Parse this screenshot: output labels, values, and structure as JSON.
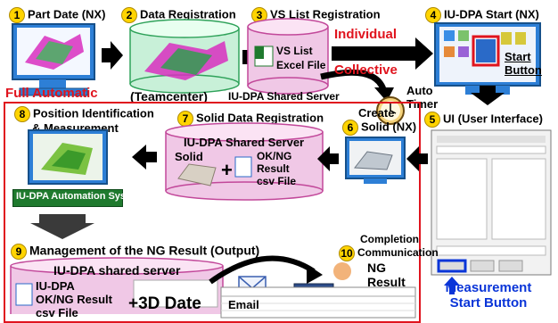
{
  "steps": {
    "s1": {
      "num": "1",
      "label": "Part Date (NX)"
    },
    "s2": {
      "num": "2",
      "label": "Data Registration"
    },
    "s3": {
      "num": "3",
      "label": "VS List Registration"
    },
    "s4": {
      "num": "4",
      "label": "IU-DPA Start (NX)"
    },
    "s5": {
      "num": "5",
      "label": "UI (User Interface)"
    },
    "s6": {
      "num": "6",
      "label_line1": "Create",
      "label_line2": "Solid (NX)"
    },
    "s7": {
      "num": "7",
      "label": "Solid Data Registration"
    },
    "s8": {
      "num": "8",
      "label_line1": "Position Identification",
      "label_line2": "& Measurement"
    },
    "s9": {
      "num": "9",
      "label": "Management of the NG Result (Output)"
    },
    "s10": {
      "num": "10",
      "label_line1": "Completion",
      "label_line2": "Communication"
    }
  },
  "texts": {
    "teamcenter": "(Teamcenter)",
    "vs_list": "VS List",
    "excel_file": "Excel File",
    "shared_server_top": "IU-DPA Shared Server",
    "individual": "Individual",
    "collective": "Collective",
    "auto": "Auto",
    "timer": "Timer",
    "start_line1": "Start",
    "start_line2": "Button",
    "full_automatic": "Full Automatic",
    "shared_server_mid": "IU-DPA Shared Server",
    "solid": "Solid",
    "plus": "+",
    "okng_line1": "OK/NG",
    "okng_line2": "Result",
    "okng_line3": "csv File",
    "automation_system": "IU-DPA Automation System",
    "shared_server_bottom": "IU-DPA shared server",
    "iudpa": "IU-DPA",
    "okng_result": "OK/NG Result",
    "csv_file": "csv File",
    "plus3d": "+3D Date",
    "email": "Email",
    "ng_line1": "NG",
    "ng_line2": "Result",
    "measurement_line1": "Measurement",
    "measurement_line2": "Start Button"
  },
  "colors": {
    "accent_red": "#e0141e",
    "accent_blue": "#0a35d8",
    "step_badge": "#ffd400",
    "cylinder_pink": "#f0c8e6",
    "cylinder_green": "#c8f0d8",
    "automation_green": "#1f7a2e"
  }
}
